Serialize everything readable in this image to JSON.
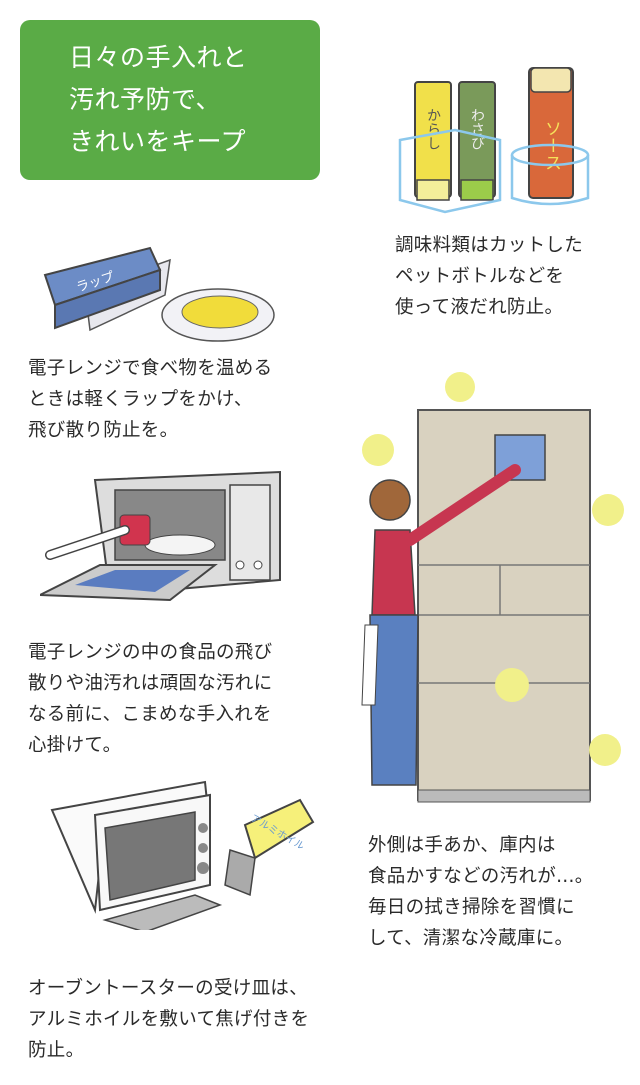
{
  "title": {
    "lines": [
      "日々の手入れと",
      "汚れ予防で、",
      "きれいをキープ"
    ]
  },
  "illustration_labels": {
    "wrap": "ラップ",
    "karashi": "からし",
    "wasabi": "わさび",
    "sauce": "ソース",
    "foil": "アルミホイル"
  },
  "captions": {
    "condiments": [
      "調味料類はカットした",
      "ペットボトルなどを",
      "使って液だれ防止。"
    ],
    "microwave_wrap": [
      "電子レンジで食べ物を温める",
      "ときは軽くラップをかけ、",
      "飛び散り防止を。"
    ],
    "microwave_inside": [
      "電子レンジの中の食品の飛び",
      "散りや油汚れは頑固な汚れに",
      "なる前に、こまめな手入れを",
      "心掛けて。"
    ],
    "fridge": [
      "外側は手あか、庫内は",
      "食品かすなどの汚れが…。",
      "毎日の拭き掃除を習慣に",
      "して、清潔な冷蔵庫に。"
    ],
    "toaster": [
      "オーブントースターの受け皿は、",
      "アルミホイルを敷いて焦げ付きを",
      "防止。"
    ]
  },
  "colors": {
    "title_bg": "#5aab46",
    "sparkle": "#f1f08a",
    "fridge": "#d9d2c0"
  }
}
